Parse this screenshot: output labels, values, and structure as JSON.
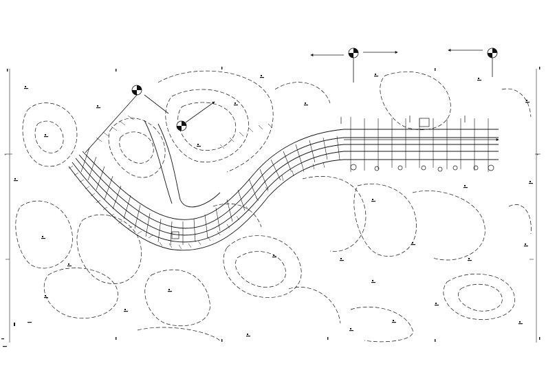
{
  "sheet": {
    "background": "#ffffff",
    "ink": "#111111"
  },
  "markers": [
    {
      "name": "benchmark-marker-a",
      "icon": "survey-target-icon"
    },
    {
      "name": "benchmark-marker-b",
      "icon": "survey-target-icon"
    },
    {
      "name": "benchmark-marker-c",
      "icon": "survey-target-icon"
    },
    {
      "name": "benchmark-marker-d",
      "icon": "survey-target-icon"
    }
  ],
  "legend_arrows": [
    {
      "name": "direction-arrow-left-1",
      "icon": "arrow-left-icon"
    },
    {
      "name": "direction-arrow-right-1",
      "icon": "arrow-right-icon"
    },
    {
      "name": "direction-arrow-left-2",
      "icon": "arrow-left-icon"
    }
  ],
  "edge_marks": {
    "left": "+",
    "right": "+"
  }
}
